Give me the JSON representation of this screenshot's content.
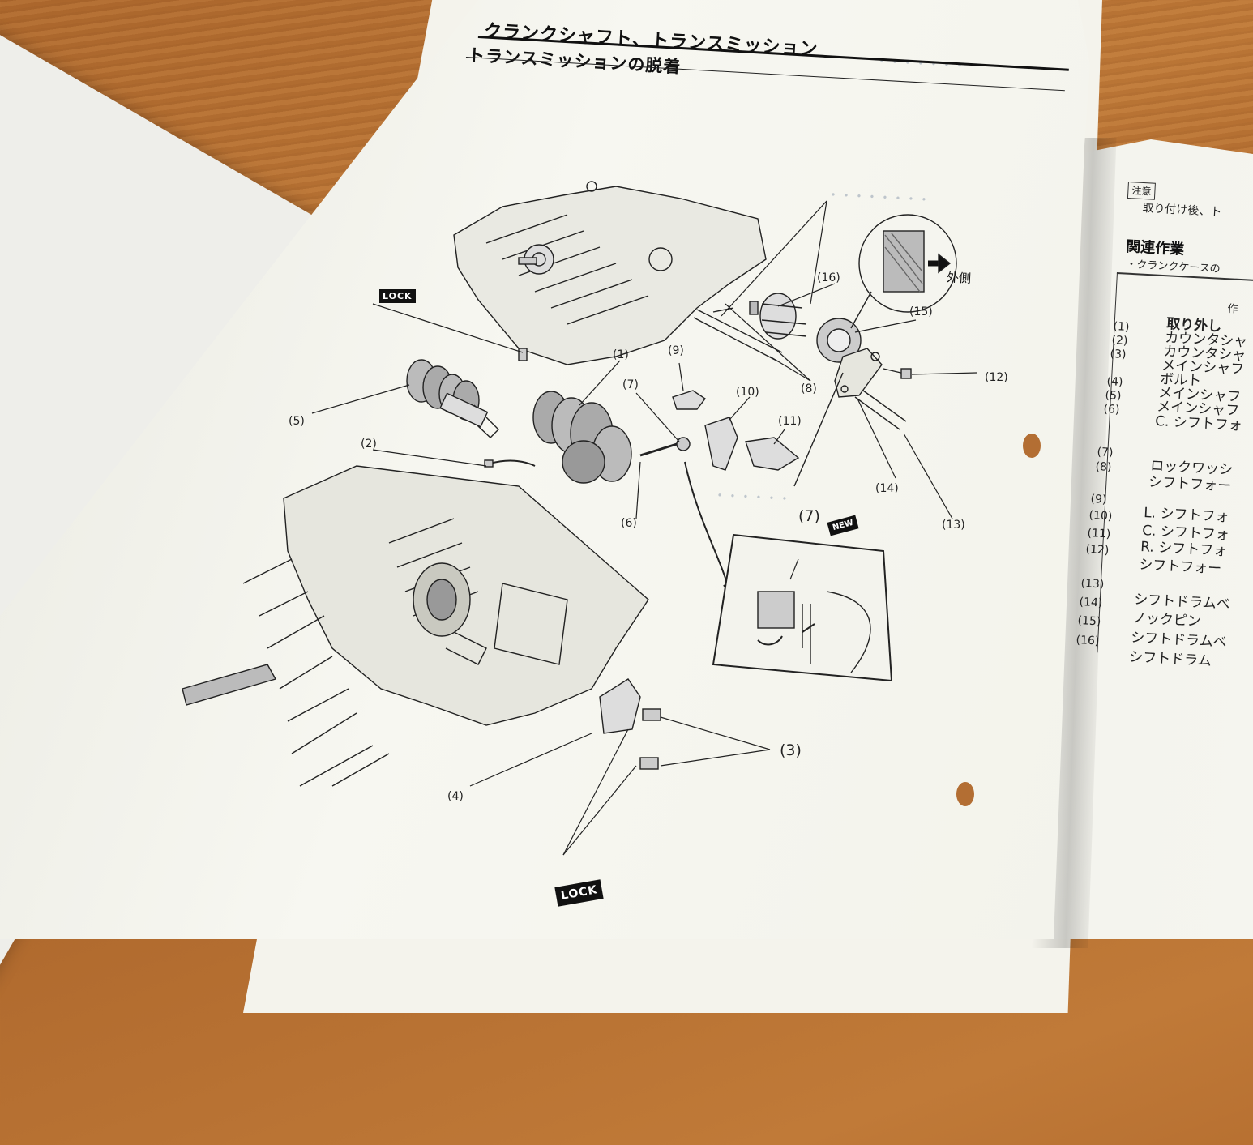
{
  "manual": {
    "section_title": "クランクシャフト、トランスミッション",
    "subsection_title": "トランスミッションの脱着",
    "outer_label": "外側",
    "lock_label": "LOCK",
    "new_label": "NEW"
  },
  "callouts": {
    "c1": "(1)",
    "c2": "(2)",
    "c3": "(3)",
    "c4": "(4)",
    "c5": "(5)",
    "c6": "(6)",
    "c7": "(7)",
    "c7b": "(7)",
    "c8": "(8)",
    "c9": "(9)",
    "c10": "(10)",
    "c11": "(11)",
    "c12": "(12)",
    "c13": "(13)",
    "c14": "(14)",
    "c15": "(15)",
    "c16": "(16)"
  },
  "right_page": {
    "caution_label": "注意",
    "caution_text": "取り付け後、ト",
    "related_title": "関連作業",
    "related_item": "・クランクケースの",
    "table_header": "作",
    "rows": [
      {
        "num": "(1)",
        "text": "取り外し"
      },
      {
        "num": "(2)",
        "text": "カウンタシャ"
      },
      {
        "num": "(3)",
        "text": "カウンタシャ"
      },
      {
        "num": "",
        "text": "メインシャフ"
      },
      {
        "num": "(4)",
        "text": "ボルト"
      },
      {
        "num": "(5)",
        "text": "メインシャフ"
      },
      {
        "num": "(6)",
        "text": "メインシャフ"
      },
      {
        "num": "",
        "text": "C. シフトフォ"
      },
      {
        "num": "(7)",
        "text": "ロックワッシ"
      },
      {
        "num": "(8)",
        "text": "シフトフォー"
      },
      {
        "num": "(9)",
        "text": "L. シフトフォ"
      },
      {
        "num": "(10)",
        "text": "C. シフトフォ"
      },
      {
        "num": "(11)",
        "text": "R. シフトフォ"
      },
      {
        "num": "(12)",
        "text": "シフトフォー"
      },
      {
        "num": "(13)",
        "text": "シフトドラムベ"
      },
      {
        "num": "(14)",
        "text": "ノックピン"
      },
      {
        "num": "(15)",
        "text": "シフトドラムベ"
      },
      {
        "num": "(16)",
        "text": "シフトドラム"
      }
    ]
  }
}
